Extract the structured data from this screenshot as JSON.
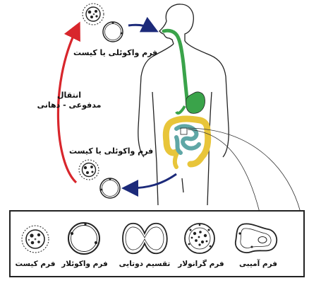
{
  "labels": {
    "top_stage": "فرم واکوئلی یا کیست",
    "bottom_stage": "فرم واکوئلی یا کیست",
    "transmission_line1": "انتقال",
    "transmission_line2": "مدفوعی - دهانی"
  },
  "forms": [
    {
      "name": "فرم کیست"
    },
    {
      "name": "فرم واکوئلار"
    },
    {
      "name": "تقسیم دوتایی"
    },
    {
      "name": "فرم گرانولار"
    },
    {
      "name": "فرم آمیبی"
    }
  ],
  "colors": {
    "arrow_cycle": "#d8262c",
    "arrow_flow": "#1c2a7a",
    "esophagus": "#3aa34a",
    "stomach": "#3aa34a",
    "small_intestine": "#5fa7a6",
    "large_intestine": "#e8c53a"
  }
}
